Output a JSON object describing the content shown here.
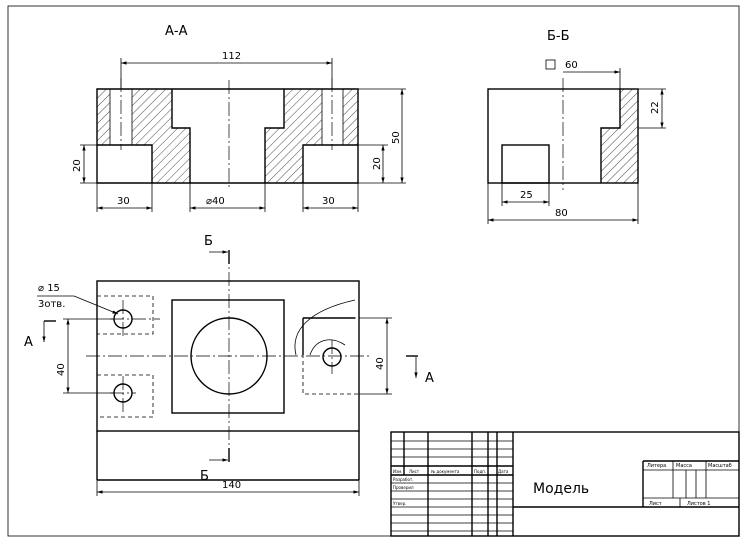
{
  "views": {
    "section_aa": {
      "label": "А-А"
    },
    "section_bb": {
      "label": "Б-Б"
    }
  },
  "dimensions": {
    "aa_width": "112",
    "aa_height": "50",
    "aa_left_step": "20",
    "aa_right_step": "20",
    "aa_left_width": "30",
    "aa_right_width": "30",
    "aa_bore": "⌀40",
    "bb_square": "60",
    "bb_height": "22",
    "bb_slot": "25",
    "bb_width": "80",
    "plan_length": "140",
    "plan_left_40": "40",
    "plan_right_40": "40",
    "plan_hole": "⌀ 15",
    "plan_hole_count": "3отв."
  },
  "cut_marks": {
    "b_top": "Б",
    "b_bottom": "Б",
    "a_left": "А",
    "a_right": "А"
  },
  "title_block": {
    "name": "Модель",
    "col_headers": [
      "Изм.",
      "Лист",
      "№ документа",
      "Подп.",
      "Дата"
    ],
    "roles": [
      "Разработ.",
      "Проверил",
      "Утвер."
    ],
    "right_headers": [
      "Литера",
      "Масса",
      "Масштаб"
    ],
    "sheet": "Лист",
    "sheets": "Листов 1"
  }
}
